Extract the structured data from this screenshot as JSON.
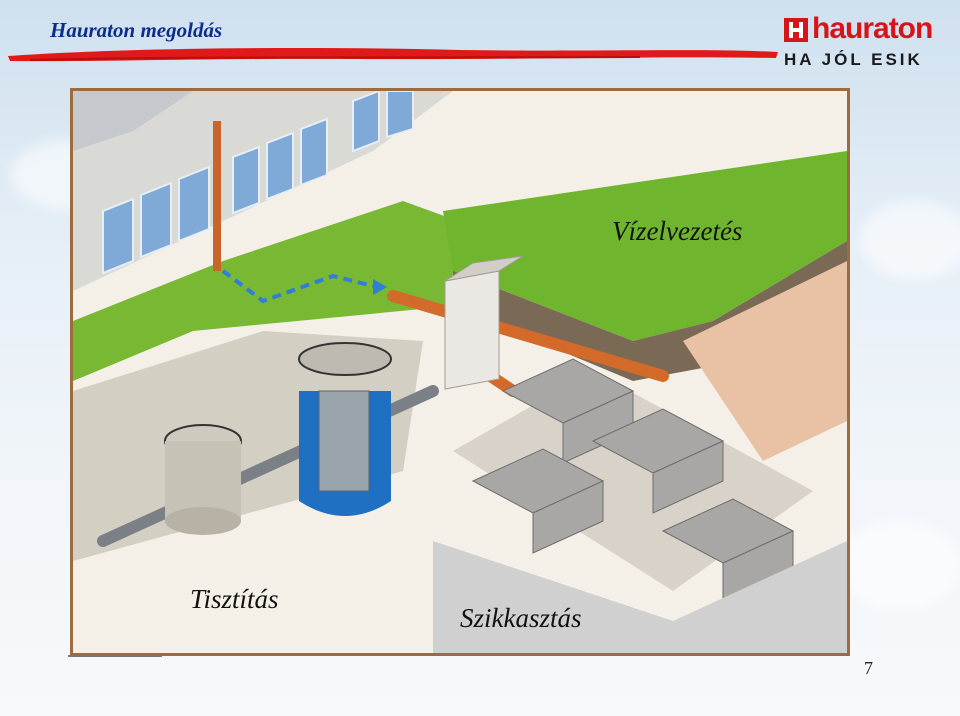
{
  "slide": {
    "title": "Hauraton megoldás",
    "page_number": "7"
  },
  "logo": {
    "brand": "hauraton",
    "slogan": "HA JÓL ESIK"
  },
  "illustration": {
    "labels": {
      "drainage": "Vízelvezetés",
      "cleaning": "Tisztítás",
      "infiltration": "Szikkasztás"
    }
  },
  "colors": {
    "title": "#0b2e8a",
    "brand_red": "#d8141b",
    "frame_border": "#9c6b3e",
    "grass": "#6fb62e",
    "pipe": "#d36a2a",
    "tank_water": "#1f6fc2"
  }
}
